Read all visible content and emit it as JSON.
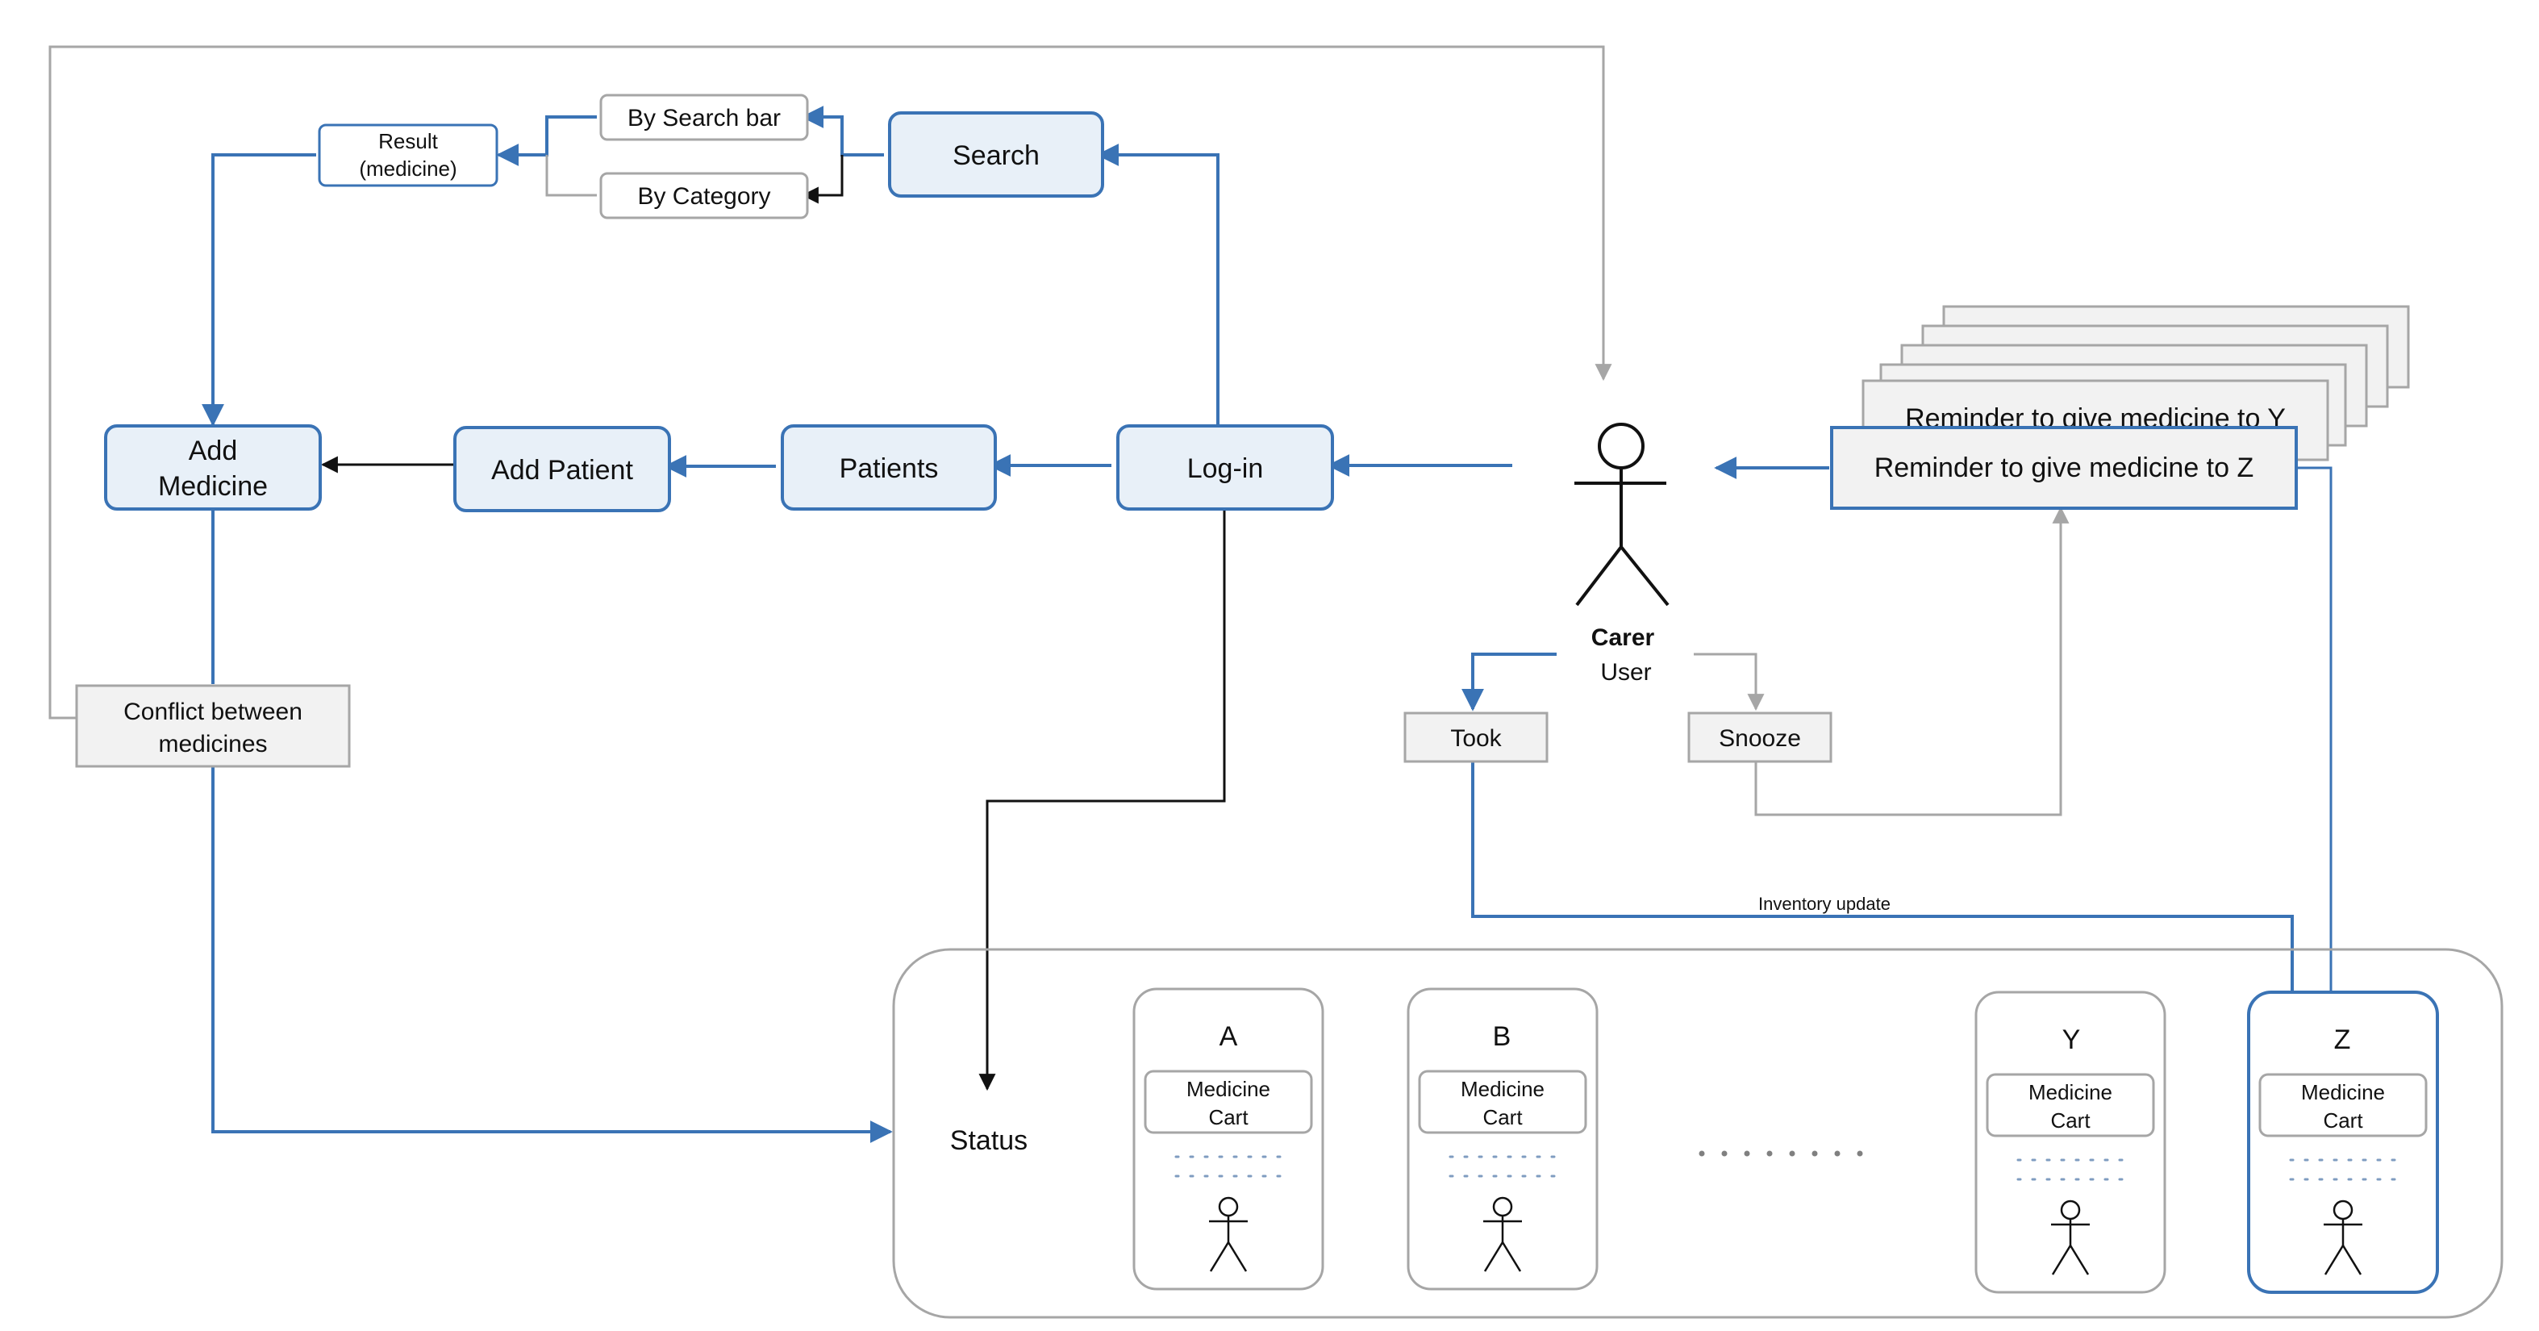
{
  "colors": {
    "blue": "#3a73b5",
    "blue_fill": "#e8f0f8",
    "gray_line": "#a6a6a6",
    "gray_fill": "#f2f2f2",
    "black": "#111111"
  },
  "nodes": {
    "search": "Search",
    "by_search_bar": "By Search bar",
    "by_category": "By Category",
    "result_line1": "Result",
    "result_line2": "(medicine)",
    "add_medicine_line1": "Add",
    "add_medicine_line2": "Medicine",
    "add_patient": "Add Patient",
    "patients": "Patients",
    "login": "Log-in",
    "conflict_line1": "Conflict between",
    "conflict_line2": "medicines",
    "took": "Took",
    "snooze": "Snooze",
    "reminder_y": "Reminder to give medicine to Y",
    "reminder_z": "Reminder to give medicine to Z",
    "status": "Status",
    "inventory_update": "Inventory update"
  },
  "actor": {
    "role": "Carer",
    "type": "User"
  },
  "carts": [
    {
      "letter": "A",
      "line1": "Medicine",
      "line2": "Cart"
    },
    {
      "letter": "B",
      "line1": "Medicine",
      "line2": "Cart"
    },
    {
      "letter": "Y",
      "line1": "Medicine",
      "line2": "Cart"
    },
    {
      "letter": "Z",
      "line1": "Medicine",
      "line2": "Cart"
    }
  ]
}
